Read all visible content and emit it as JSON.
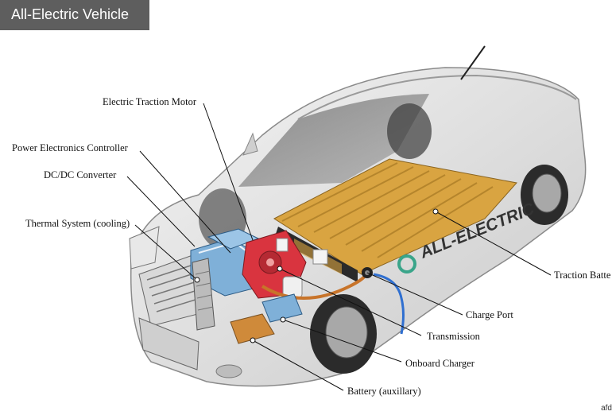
{
  "title": "All-Electric Vehicle",
  "brand_text": "ALL-ELECTRIC",
  "credit": "afd",
  "colors": {
    "title_bg": "#5e5e5e",
    "battery_gold": "#d9a441",
    "motor_red": "#d9343f",
    "controller_blue": "#7fb0d8",
    "cable_orange": "#c8742a",
    "charge_cable_blue": "#2f6fd0"
  },
  "callouts": [
    {
      "id": "motor",
      "label": "Electric Traction Motor"
    },
    {
      "id": "pec",
      "label": "Power Electronics Controller"
    },
    {
      "id": "dcdc",
      "label": "DC/DC Converter"
    },
    {
      "id": "thermal",
      "label": "Thermal System (cooling)"
    },
    {
      "id": "traction_battery",
      "label": "Traction Batte"
    },
    {
      "id": "charge_port",
      "label": "Charge Port"
    },
    {
      "id": "transmission",
      "label": "Transmission"
    },
    {
      "id": "onboard_charger",
      "label": "Onboard Charger"
    },
    {
      "id": "aux_battery",
      "label": "Battery (auxillary)"
    }
  ]
}
